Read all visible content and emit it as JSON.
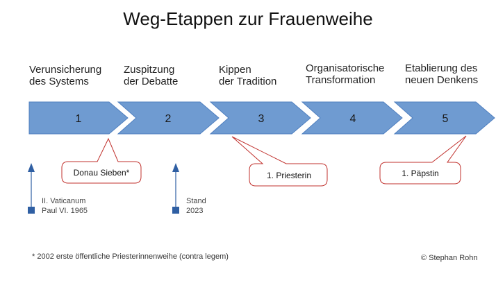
{
  "title": "Weg-Etappen zur Frauenweihe",
  "stages": [
    {
      "label": "Verunsicherung\ndes Systems",
      "number": "1"
    },
    {
      "label": "Zuspitzung\nder Debatte",
      "number": "2"
    },
    {
      "label": "Kippen\nder Tradition",
      "number": "3"
    },
    {
      "label": "Organisatorische\nTransformation",
      "number": "4"
    },
    {
      "label": "Etablierung des\nneuen Denkens",
      "number": "5"
    }
  ],
  "callouts": [
    {
      "text": "Donau Sieben*"
    },
    {
      "text": "1. Priesterin"
    },
    {
      "text": "1. Päpstin"
    }
  ],
  "markers": [
    {
      "text": "II. Vaticanum\nPaul VI. 1965"
    },
    {
      "text": "Stand\n2023"
    }
  ],
  "footnote": "* 2002 erste öffentliche Priesterinnenweihe (contra legem)",
  "copyright": "© Stephan Rohn",
  "colors": {
    "arrow_fill": "#6f9bd1",
    "arrow_stroke": "#4f7fbf",
    "callout_stroke": "#c0302c",
    "marker": "#2f5fa3"
  }
}
